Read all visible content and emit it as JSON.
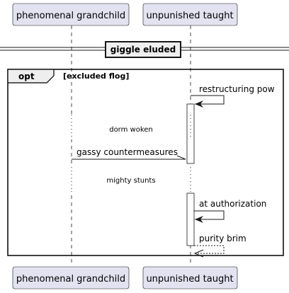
{
  "participants": {
    "a": {
      "name": "phenomenal grandchild"
    },
    "b": {
      "name": "unpunished taught"
    }
  },
  "divider": {
    "label": "giggle eluded"
  },
  "fragment": {
    "keyword": "opt",
    "guard": "[excluded flog]"
  },
  "delays": [
    "dorm woken",
    "mighty stunts"
  ],
  "messages": [
    {
      "label": "restructuring pow",
      "kind": "self"
    },
    {
      "label": "gassy countermeasures",
      "kind": "async"
    },
    {
      "label": "at authorization",
      "kind": "self"
    },
    {
      "label": "purity brim",
      "kind": "return"
    }
  ],
  "colors": {
    "participant_fill": "#E2E2F0",
    "participant_border": "#181818",
    "line": "#181818",
    "activation_fill": "#FFFFFF"
  }
}
